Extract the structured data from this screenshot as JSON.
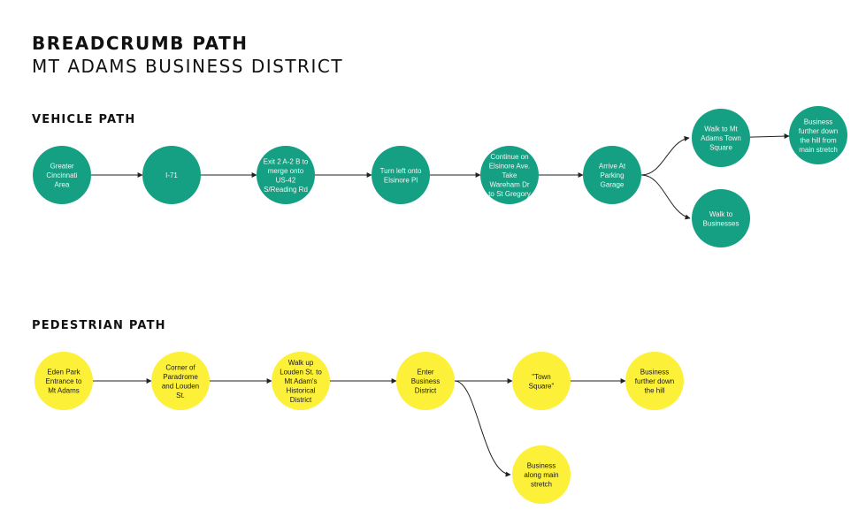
{
  "header": {
    "title": "BREADCRUMB PATH",
    "subtitle": "MT ADAMS BUSINESS DISTRICT"
  },
  "colors": {
    "vehicle_node": "#15a083",
    "pedestrian_node": "#fcf038",
    "edge": "#222222"
  },
  "sections": {
    "vehicle": {
      "label": "VEHICLE PATH",
      "nodes": [
        {
          "id": "v1",
          "label": [
            "Greater",
            "Cincinnati",
            "Area"
          ]
        },
        {
          "id": "v2",
          "label": [
            "I-71"
          ]
        },
        {
          "id": "v3",
          "label": [
            "Exit 2 A-2 B to",
            "merge onto",
            "US-42",
            "S/Reading Rd"
          ]
        },
        {
          "id": "v4",
          "label": [
            "Turn left onto",
            "Elsinore Pl"
          ]
        },
        {
          "id": "v5",
          "label": [
            "Continue on",
            "Elsinore Ave.",
            "Take",
            "Wareham Dr",
            "to St Gregory"
          ]
        },
        {
          "id": "v6",
          "label": [
            "Arrive At",
            "Parking",
            "Garage"
          ]
        },
        {
          "id": "v7",
          "label": [
            "Walk to Mt",
            "Adams Town",
            "Square"
          ]
        },
        {
          "id": "v8",
          "label": [
            "Business",
            "further down",
            "the hill from",
            "main stretch"
          ]
        },
        {
          "id": "v9",
          "label": [
            "Walk to",
            "Businesses"
          ]
        }
      ],
      "edges": [
        [
          "v1",
          "v2"
        ],
        [
          "v2",
          "v3"
        ],
        [
          "v3",
          "v4"
        ],
        [
          "v4",
          "v5"
        ],
        [
          "v5",
          "v6"
        ],
        [
          "v6",
          "v7"
        ],
        [
          "v7",
          "v8"
        ],
        [
          "v6",
          "v9"
        ]
      ]
    },
    "pedestrian": {
      "label": "PEDESTRIAN PATH",
      "nodes": [
        {
          "id": "p1",
          "label": [
            "Eden Park",
            "Entrance to",
            "Mt Adams"
          ]
        },
        {
          "id": "p2",
          "label": [
            "Corner of",
            "Paradrome",
            "and Louden",
            "St."
          ]
        },
        {
          "id": "p3",
          "label": [
            "Walk up",
            "Louden St. to",
            "Mt Adam's",
            "Historical",
            "District"
          ]
        },
        {
          "id": "p4",
          "label": [
            "Enter",
            "Business",
            "District"
          ]
        },
        {
          "id": "p5",
          "label": [
            "\"Town",
            "Square\""
          ]
        },
        {
          "id": "p6",
          "label": [
            "Business",
            "further down",
            "the hill"
          ]
        },
        {
          "id": "p7",
          "label": [
            "Business",
            "along main",
            "stretch"
          ]
        }
      ],
      "edges": [
        [
          "p1",
          "p2"
        ],
        [
          "p2",
          "p3"
        ],
        [
          "p3",
          "p4"
        ],
        [
          "p4",
          "p5"
        ],
        [
          "p5",
          "p6"
        ],
        [
          "p4",
          "p7"
        ]
      ]
    }
  }
}
